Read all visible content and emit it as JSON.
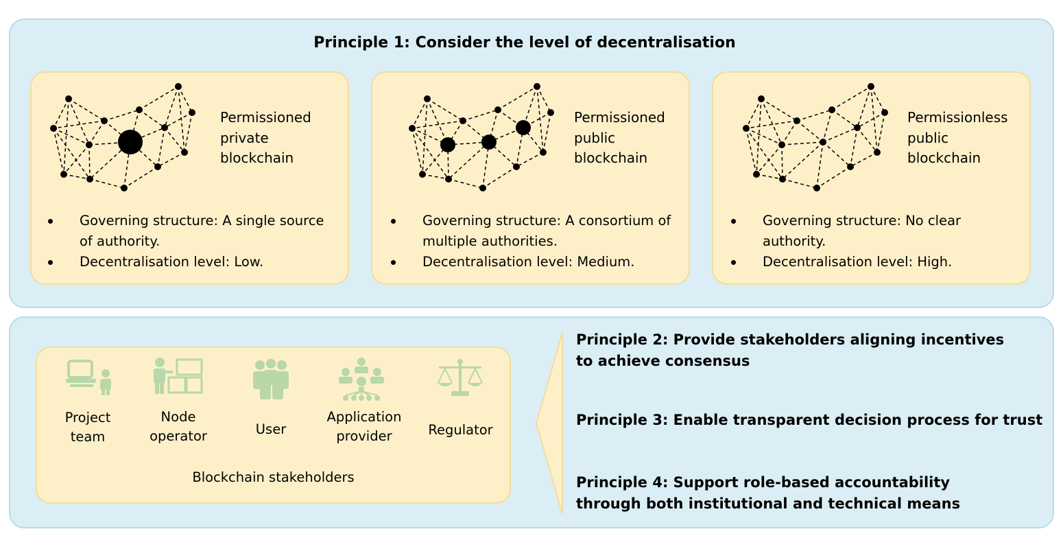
{
  "principle1": {
    "title": "Principle 1: Consider the level of decentralisation",
    "cards": [
      {
        "label": "Permissioned\nprivate\nblockchain",
        "bullets": [
          "Governing structure: A single source\nof authority.",
          "Decentralisation level: Low."
        ]
      },
      {
        "label": "Permissioned\npublic\nblockchain",
        "bullets": [
          "Governing structure: A consortium of\nmultiple authorities.",
          "Decentralisation level: Medium."
        ]
      },
      {
        "label": "Permissionless\npublic\nblockchain",
        "bullets": [
          "Governing structure: No clear\nauthority.",
          "Decentralisation level: High."
        ]
      }
    ]
  },
  "stakeholders": {
    "title": "Blockchain stakeholders",
    "items": [
      {
        "label": "Project\nteam",
        "icon": "project-team-icon"
      },
      {
        "label": "Node\noperator",
        "icon": "node-operator-icon"
      },
      {
        "label": "User",
        "icon": "user-icon"
      },
      {
        "label": "Application\nprovider",
        "icon": "application-provider-icon"
      },
      {
        "label": "Regulator",
        "icon": "regulator-icon"
      }
    ]
  },
  "principles": [
    "Principle 2: Provide stakeholders aligning incentives\nto achieve consensus",
    "Principle 3: Enable transparent decision process for trust",
    "Principle 4: Support role-based accountability\nthrough both institutional and technical means"
  ],
  "colors": {
    "panel_bg": "#dbeef5",
    "card_bg": "#fdf0c9",
    "icon_green": "#b9d7a8"
  }
}
